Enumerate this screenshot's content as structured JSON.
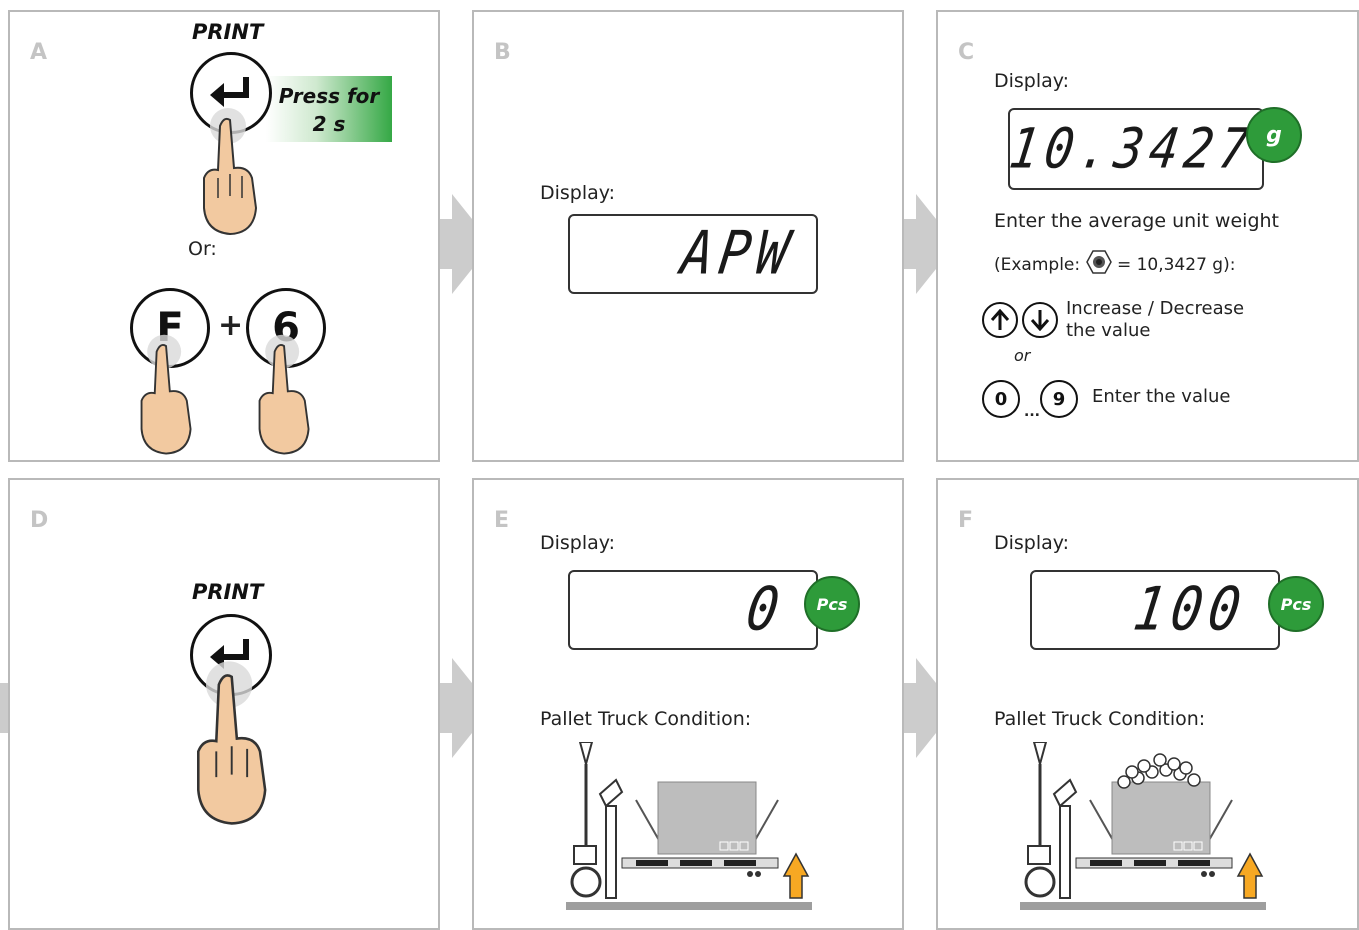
{
  "panels": {
    "a": {
      "letter": "A",
      "print_label": "PRINT",
      "press_text_line1": "Press for",
      "press_text_line2": "2 s",
      "or_label": "Or:",
      "key_f": "F",
      "plus": "+",
      "key_6": "6"
    },
    "b": {
      "letter": "B",
      "display_label": "Display:",
      "display_value": "APW"
    },
    "c": {
      "letter": "C",
      "display_label": "Display:",
      "display_value": "10.3427",
      "unit": "g",
      "instruction": "Enter the average unit weight",
      "example_prefix": "(Example:",
      "example_suffix": "= 10,3427 g):",
      "increase_decrease_line1": "Increase / Decrease",
      "increase_decrease_line2": "the value",
      "or_text": "or",
      "key_0": "0",
      "key_9": "9",
      "ellipsis": "...",
      "enter_value": "Enter the value"
    },
    "d": {
      "letter": "D",
      "print_label": "PRINT"
    },
    "e": {
      "letter": "E",
      "display_label": "Display:",
      "display_value": "0",
      "unit": "Pcs",
      "pallet_label": "Pallet Truck Condition:"
    },
    "f": {
      "letter": "F",
      "display_label": "Display:",
      "display_value": "100",
      "unit": "Pcs",
      "pallet_label": "Pallet Truck Condition:"
    }
  },
  "colors": {
    "panel_border": "#b9b9b9",
    "arrow": "#cccccc",
    "bubble_green": "#2e9b3a",
    "hand_skin": "#f2c9a0",
    "lift_arrow": "#f7a823"
  },
  "icons": [
    "enter-key-icon",
    "hand-press-icon",
    "nut-icon",
    "up-arrow-key-icon",
    "down-arrow-key-icon",
    "pallet-truck-icon",
    "lift-arrow-icon"
  ]
}
